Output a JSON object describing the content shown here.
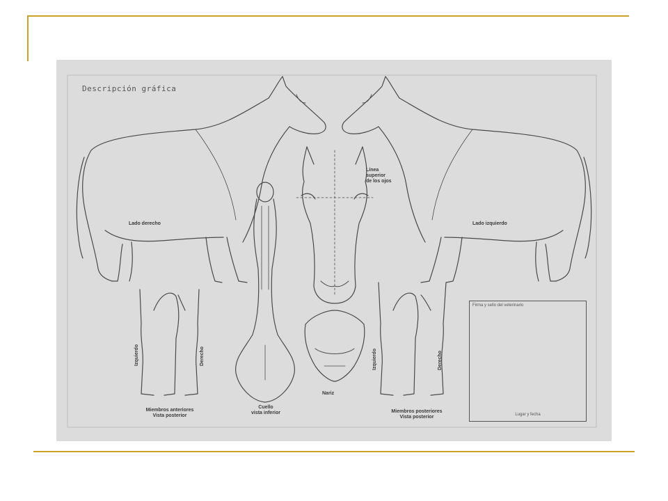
{
  "sheet": {
    "title": "Descripción gráfica",
    "labels": {
      "right_side": "Lado derecho",
      "left_side": "Lado izquierdo",
      "eye_line": [
        "Línea",
        "superior",
        "de los ojos"
      ],
      "front_limbs": [
        "Miembros anteriores",
        "Vista posterior"
      ],
      "neck": [
        "Cuello",
        "vista inferior"
      ],
      "muzzle": "Nariz",
      "hind_limbs": [
        "Miembros posteriores",
        "Vista posterior"
      ],
      "izquierdo": "Izquierdo",
      "derecho": "Derecho"
    },
    "signature_box": {
      "title": "Firma y sello del veterinario",
      "footer": "Lugar y fecha"
    }
  },
  "colors": {
    "accent": "#c9a227",
    "sheet_bg": "#dcdcdc",
    "line": "#4a4a4a"
  }
}
